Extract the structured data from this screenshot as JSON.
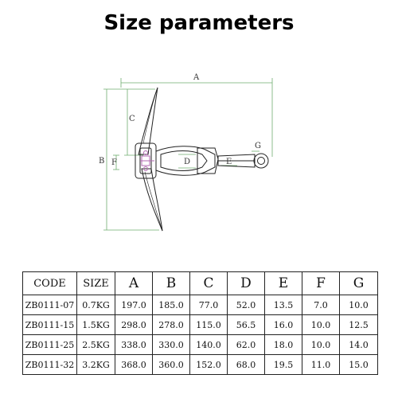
{
  "title": "Size parameters",
  "diagram": {
    "dimension_labels": [
      "A",
      "B",
      "C",
      "D",
      "E",
      "F",
      "G"
    ]
  },
  "table": {
    "headers": [
      "CODE",
      "SIZE",
      "A",
      "B",
      "C",
      "D",
      "E",
      "F",
      "G"
    ],
    "rows": [
      [
        "ZB0111-07",
        "0.7KG",
        "197.0",
        "185.0",
        "77.0",
        "52.0",
        "13.5",
        "7.0",
        "10.0"
      ],
      [
        "ZB0111-15",
        "1.5KG",
        "298.0",
        "278.0",
        "115.0",
        "56.5",
        "16.0",
        "10.0",
        "12.5"
      ],
      [
        "ZB0111-25",
        "2.5KG",
        "338.0",
        "330.0",
        "140.0",
        "62.0",
        "18.0",
        "10.0",
        "14.0"
      ],
      [
        "ZB0111-32",
        "3.2KG",
        "368.0",
        "360.0",
        "152.0",
        "68.0",
        "19.5",
        "11.0",
        "15.0"
      ]
    ]
  },
  "colors": {
    "dimension_line": "#6fae6f",
    "outline": "#222222",
    "highlight": "#b06ab0"
  }
}
